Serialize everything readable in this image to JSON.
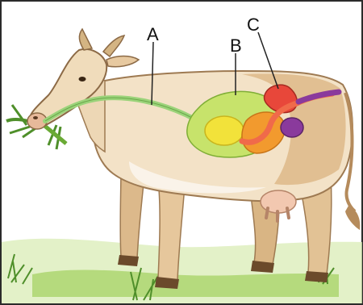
{
  "labels": {
    "a": "A",
    "b": "B",
    "c": "C"
  },
  "colors": {
    "frame": "#2b2b2b",
    "cow_body": "#e8c9a0",
    "cow_shadow": "#c9a277",
    "cow_light": "#fbf3e6",
    "horn": "#d4b483",
    "grass": "#8cc63f",
    "grass_dark": "#4f8f2a",
    "esophagus": "#9bd37a",
    "rumen": "#c7e36b",
    "reticulum": "#f2e23a",
    "omasum": "#f29a2e",
    "abomasum": "#e8473a",
    "intestine": "#f06a4a",
    "intestine_purple": "#8a3a9c"
  }
}
